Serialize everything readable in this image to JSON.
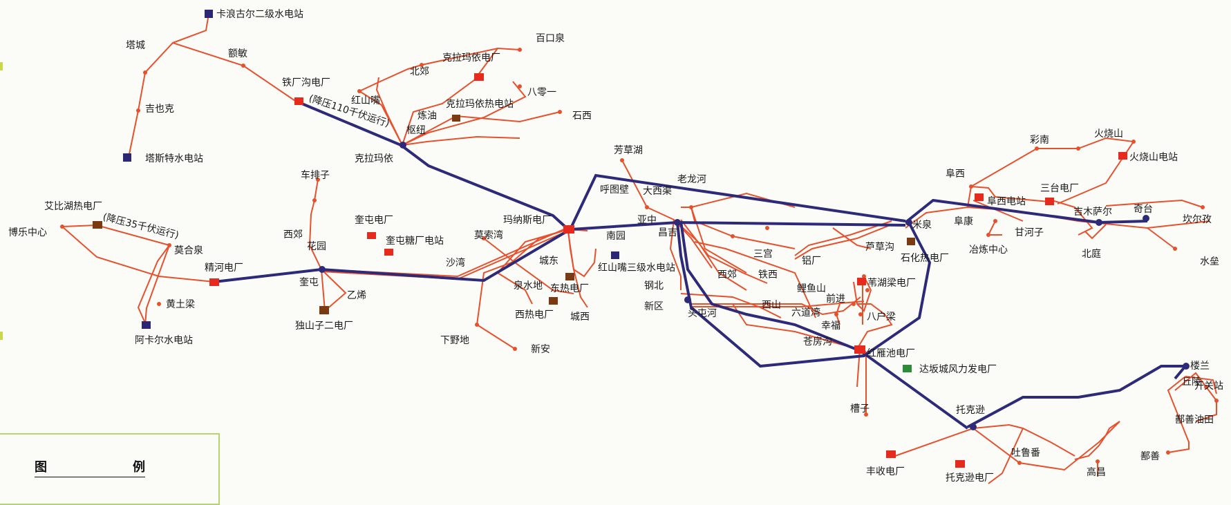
{
  "legend": {
    "title_left": "图",
    "title_right": "例"
  },
  "colors": {
    "line_500kv": "#2e2a7a",
    "line_220kv": "#e8502c",
    "plant_red": "#e62a1e",
    "plant_blue": "#2b2775",
    "plant_brown": "#7a3a12",
    "plant_green": "#2e8b3a",
    "legend_border": "#b7d46a"
  },
  "labels": {
    "kalangguer": "卡浪古尔二级水电站",
    "tacheng": "塔城",
    "emin": "额敏",
    "jiyeke": "吉也克",
    "tasite": "塔斯特水电站",
    "tiechanggou": "铁厂沟电厂",
    "jiangya110": "(降压110千伏运行)",
    "kelamayi": "克拉玛依",
    "hongshanzui1": "红山嘴",
    "beijiao": "北郊",
    "kelamayi_plant": "克拉玛依电厂",
    "baikouquan": "百口泉",
    "bayiyi": "八零一",
    "lianyou": "炼油",
    "kelamayi_thermal": "克拉玛依热电站",
    "shuniu": "枢纽",
    "shixi": "石西",
    "chepaizi": "车排子",
    "xijiao1": "西郊",
    "kuitun_plant": "奎屯电厂",
    "kuitun_sugar": "奎屯糖厂电站",
    "huayuan": "花园",
    "kuitun": "奎屯",
    "yixi": "乙烯",
    "dushanzi": "独山子二电厂",
    "aibihu": "艾比湖热电厂",
    "jiangya35": "(降压35千伏运行)",
    "bole": "博乐中心",
    "mohequan": "莫合泉",
    "jinghe": "精河电厂",
    "huangtuliang": "黄土梁",
    "akeer": "阿卡尔水电站",
    "manasi": "玛纳斯电厂",
    "mosuowan": "莫索湾",
    "shawan": "沙湾",
    "nanyuan": "南园",
    "chengdong": "城东",
    "hongshanzui3": "红山嘴三级水电站",
    "quanshuidi": "泉水地",
    "dongre": "东热电厂",
    "xire": "西热电厂",
    "chengxi": "城西",
    "xiayedi": "下野地",
    "xinan": "新安",
    "fangcaohu": "芳草湖",
    "hutubi": "呼图壁",
    "daxiqu": "大西渠",
    "laolonghe": "老龙河",
    "yazhong": "亚中",
    "changji": "昌吉",
    "xijiao2": "西郊",
    "tiexi": "铁西",
    "gangbei": "钢北",
    "xinqu": "新区",
    "toutunhe": "头屯河",
    "xishan": "西山",
    "sangong": "三宫",
    "lvchang": "铝厂",
    "liyushan": "鲤鱼山",
    "qianjin": "前进",
    "liudaowan": "六道湾",
    "xingfu": "幸福",
    "babuliang": "八户梁",
    "cangfanggou": "苍房沟",
    "hongyanchi": "红雁池电厂",
    "weihuliang": "苇湖梁电厂",
    "lucaogou": "芦草沟",
    "miquan": "米泉",
    "shihua": "石化热电厂",
    "dabancheng": "达坂城风力发电厂",
    "caozi": "槽子",
    "tuokexun": "托克逊",
    "fengshou": "丰收电厂",
    "tuokexun_plant": "托克逊电厂",
    "tulufan": "吐鲁番",
    "gaochang": "高昌",
    "shanshan": "鄯善",
    "shanshan_oil": "鄯善油田",
    "loulan": "楼兰",
    "qiaoling": "丘陵",
    "kaiguan": "开关站",
    "fukang": "阜康",
    "fuxi": "阜西",
    "fuxi_plant": "阜西电站",
    "ganhezi": "甘河子",
    "yelian": "冶炼中心",
    "santai": "三台电厂",
    "jimusaer": "吉木萨尔",
    "beiting": "北庭",
    "qitai": "奇台",
    "kanerji": "坎尔孜",
    "shuigong": "水垒",
    "cainan": "彩南",
    "huoshaoshan": "火烧山",
    "huoshaoshan_plant": "火烧山电站"
  }
}
